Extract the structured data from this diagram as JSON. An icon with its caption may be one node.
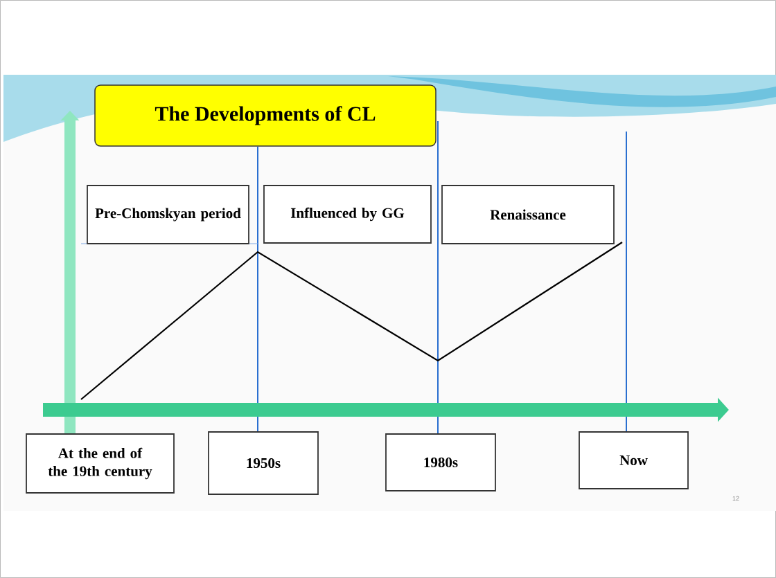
{
  "diagram": {
    "title": "The Developments of CL",
    "nodes": [
      {
        "text": [
          "Pre-Chomskyan period"
        ]
      },
      {
        "text": [
          "Influenced by GG"
        ]
      },
      {
        "text": [
          "Renaissance"
        ]
      },
      {
        "text": [
          "At the end of the 19th century"
        ]
      },
      {
        "text": [
          "1950s"
        ]
      },
      {
        "text": [
          "1980s"
        ]
      },
      {
        "text": [
          "Now"
        ]
      }
    ],
    "labels": [
      "12"
    ]
  }
}
